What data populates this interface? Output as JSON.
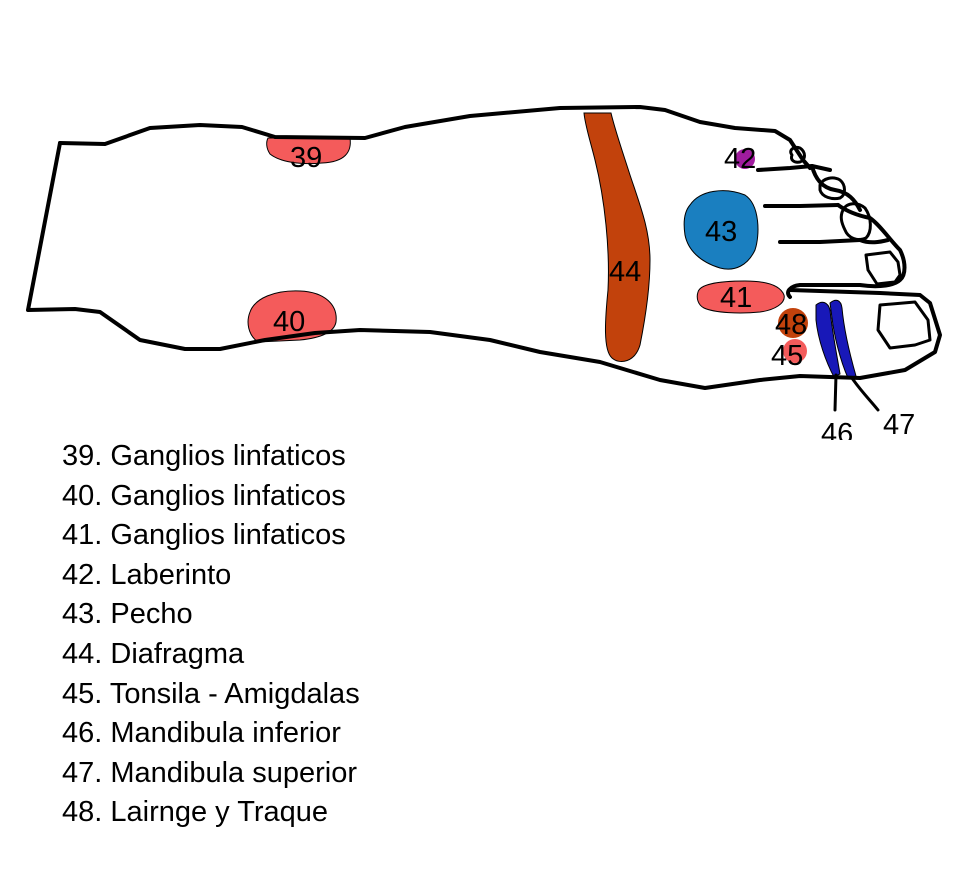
{
  "zones": [
    {
      "number": "39",
      "name": "Ganglios linfaticos",
      "color": "#f45b5b"
    },
    {
      "number": "40",
      "name": "Ganglios linfaticos",
      "color": "#f45b5b"
    },
    {
      "number": "41",
      "name": "Ganglios linfaticos",
      "color": "#f45b5b"
    },
    {
      "number": "42",
      "name": "Laberinto",
      "color": "#a01c9e"
    },
    {
      "number": "43",
      "name": "Pecho",
      "color": "#1a7fc0"
    },
    {
      "number": "44",
      "name": "Diafragma",
      "color": "#c2420c"
    },
    {
      "number": "45",
      "name": "Tonsila - Amigdalas",
      "color": "#f45b5b"
    },
    {
      "number": "46",
      "name": "Mandibula inferior",
      "color": "#1818b8"
    },
    {
      "number": "47",
      "name": "Mandibula superior",
      "color": "#1818b8"
    },
    {
      "number": "48",
      "name": "Lairnge y Traque",
      "color": "#c2420c"
    }
  ],
  "legend": [
    "39. Ganglios linfaticos",
    "40. Ganglios linfaticos",
    "41. Ganglios linfaticos",
    "42. Laberinto",
    "43. Pecho",
    "44. Diafragma",
    "45. Tonsila - Amigdalas",
    "46. Mandibula inferior",
    "47. Mandibula superior",
    "48. Lairnge y Traque"
  ]
}
